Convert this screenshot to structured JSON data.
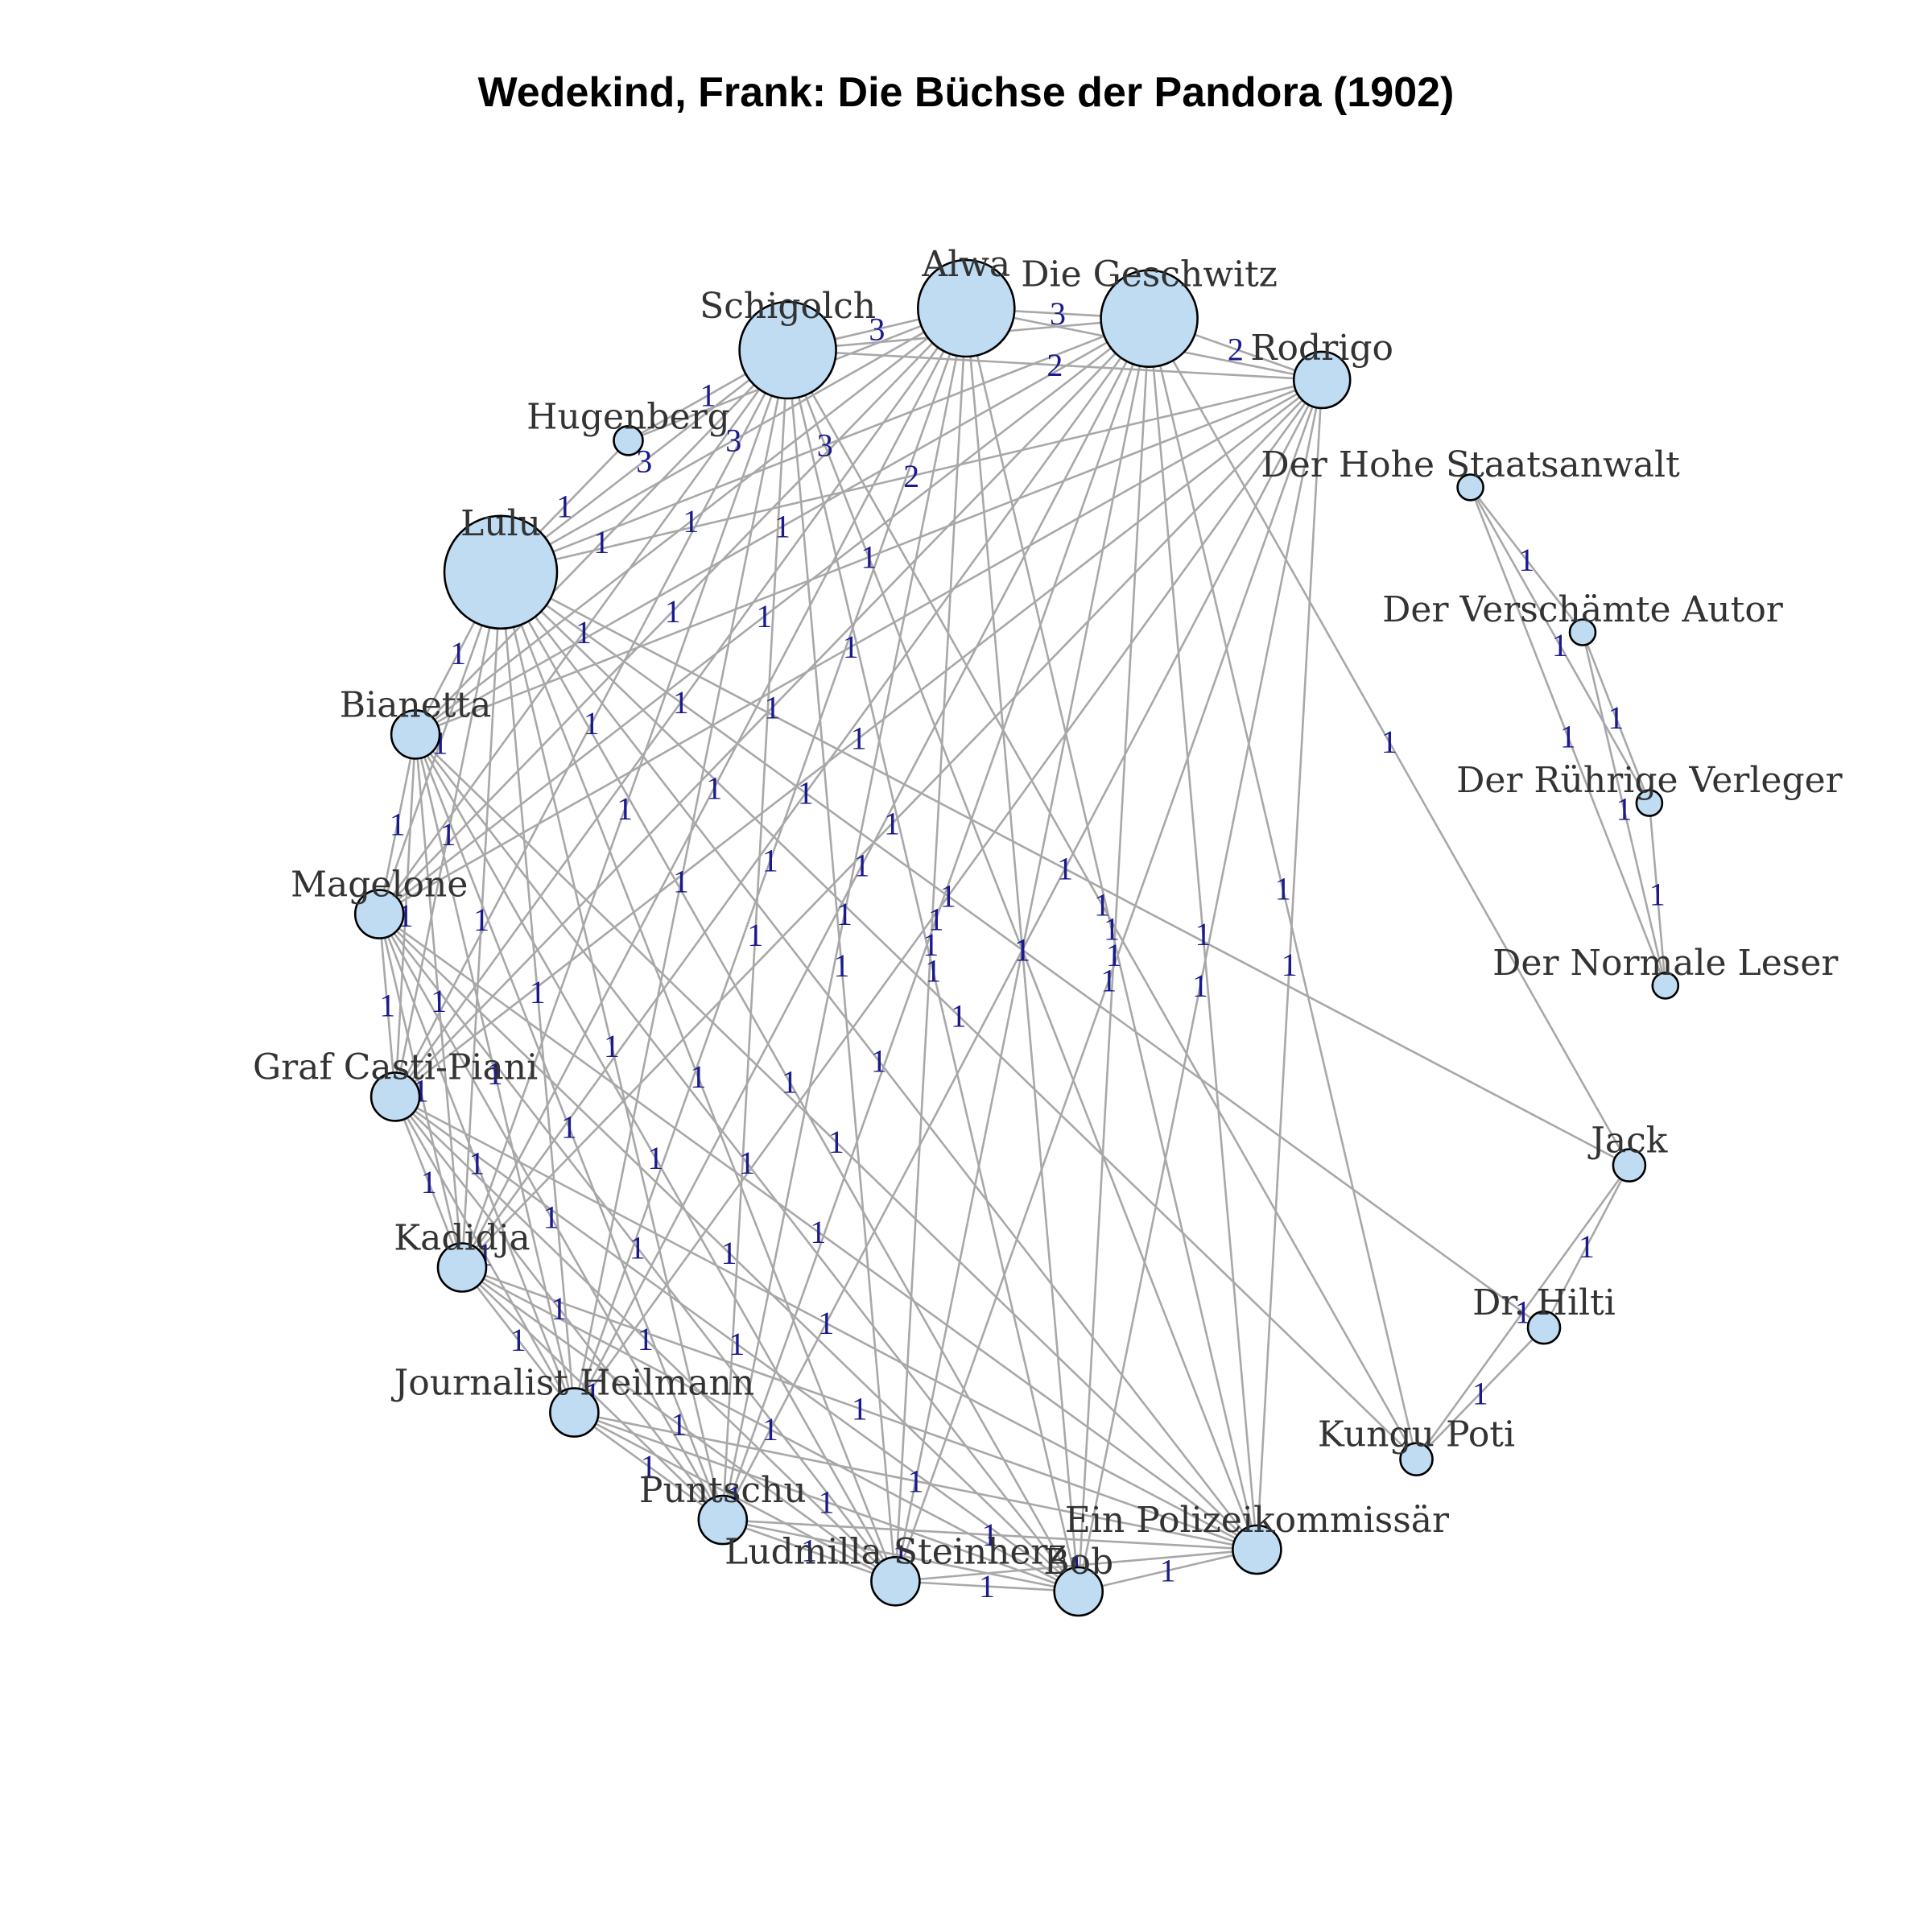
{
  "title": "Wedekind, Frank: Die Büchse der Pandora (1902)",
  "colors": {
    "node_fill": "#bfdcf2",
    "edge": "#a8a8a8",
    "edge_label": "#1a1a8c",
    "node_label": "#333333"
  },
  "nodes": [
    {
      "id": "Alwa",
      "label": "Alwa",
      "weight": 5
    },
    {
      "id": "Die Geschwitz",
      "label": "Die Geschwitz",
      "weight": 5
    },
    {
      "id": "Rodrigo",
      "label": "Rodrigo",
      "weight": 2.5
    },
    {
      "id": "Der Hohe Staatsanwalt",
      "label": "Der Hohe Staatsanwalt",
      "weight": 0.6
    },
    {
      "id": "Der Verschämte Autor",
      "label": "Der Verschämte Autor",
      "weight": 0.6
    },
    {
      "id": "Der Rührige Verleger",
      "label": "Der Rührige Verleger",
      "weight": 0.6
    },
    {
      "id": "Der Normale Leser",
      "label": "Der Normale Leser",
      "weight": 0.6
    },
    {
      "id": "Jack",
      "label": "Jack",
      "weight": 1
    },
    {
      "id": "Dr. Hilti",
      "label": "Dr. Hilti",
      "weight": 1
    },
    {
      "id": "Kungu Poti",
      "label": "Kungu Poti",
      "weight": 1
    },
    {
      "id": "Ein Polizeikommissär",
      "label": "Ein Polizeikommissär",
      "weight": 2
    },
    {
      "id": "Bob",
      "label": "Bob",
      "weight": 2
    },
    {
      "id": "Ludmilla Steinherz",
      "label": "Ludmilla Steinherz",
      "weight": 2
    },
    {
      "id": "Puntschu",
      "label": "Puntschu",
      "weight": 2
    },
    {
      "id": "Journalist Heilmann",
      "label": "Journalist Heilmann",
      "weight": 2
    },
    {
      "id": "Kadidja",
      "label": "Kadidja",
      "weight": 2
    },
    {
      "id": "Graf Casti-Piani",
      "label": "Graf Casti-Piani",
      "weight": 2
    },
    {
      "id": "Magelone",
      "label": "Magelone",
      "weight": 2
    },
    {
      "id": "Bianetta",
      "label": "Bianetta",
      "weight": 2
    },
    {
      "id": "Lulu",
      "label": "Lulu",
      "weight": 6
    },
    {
      "id": "Hugenberg",
      "label": "Hugenberg",
      "weight": 0.8
    },
    {
      "id": "Schigolch",
      "label": "Schigolch",
      "weight": 5
    }
  ],
  "edges": [
    [
      "Alwa",
      "Die Geschwitz",
      "3"
    ],
    [
      "Alwa",
      "Rodrigo",
      "2"
    ],
    [
      "Alwa",
      "Schigolch",
      "3"
    ],
    [
      "Alwa",
      "Lulu",
      "3"
    ],
    [
      "Alwa",
      "Hugenberg",
      "1"
    ],
    [
      "Alwa",
      "Bianetta",
      "1"
    ],
    [
      "Alwa",
      "Magelone",
      "1"
    ],
    [
      "Alwa",
      "Graf Casti-Piani",
      "1"
    ],
    [
      "Alwa",
      "Kadidja",
      "1"
    ],
    [
      "Alwa",
      "Journalist Heilmann",
      "1"
    ],
    [
      "Alwa",
      "Puntschu",
      "1"
    ],
    [
      "Alwa",
      "Ludmilla Steinherz",
      "1"
    ],
    [
      "Alwa",
      "Bob",
      "1"
    ],
    [
      "Alwa",
      "Ein Polizeikommissär",
      "1"
    ],
    [
      "Die Geschwitz",
      "Rodrigo",
      "2"
    ],
    [
      "Die Geschwitz",
      "Schigolch",
      "3"
    ],
    [
      "Die Geschwitz",
      "Lulu",
      "3"
    ],
    [
      "Die Geschwitz",
      "Bianetta",
      "1"
    ],
    [
      "Die Geschwitz",
      "Magelone",
      "1"
    ],
    [
      "Die Geschwitz",
      "Graf Casti-Piani",
      "1"
    ],
    [
      "Die Geschwitz",
      "Kadidja",
      "1"
    ],
    [
      "Die Geschwitz",
      "Journalist Heilmann",
      "1"
    ],
    [
      "Die Geschwitz",
      "Puntschu",
      "1"
    ],
    [
      "Die Geschwitz",
      "Ludmilla Steinherz",
      "1"
    ],
    [
      "Die Geschwitz",
      "Bob",
      "1"
    ],
    [
      "Die Geschwitz",
      "Ein Polizeikommissär",
      "1"
    ],
    [
      "Die Geschwitz",
      "Jack",
      "1"
    ],
    [
      "Die Geschwitz",
      "Kungu Poti",
      "1"
    ],
    [
      "Rodrigo",
      "Schigolch",
      "2"
    ],
    [
      "Rodrigo",
      "Lulu",
      "2"
    ],
    [
      "Rodrigo",
      "Bianetta",
      "1"
    ],
    [
      "Rodrigo",
      "Magelone",
      "1"
    ],
    [
      "Rodrigo",
      "Graf Casti-Piani",
      "1"
    ],
    [
      "Rodrigo",
      "Kadidja",
      "1"
    ],
    [
      "Rodrigo",
      "Journalist Heilmann",
      "1"
    ],
    [
      "Rodrigo",
      "Puntschu",
      "1"
    ],
    [
      "Rodrigo",
      "Ludmilla Steinherz",
      "1"
    ],
    [
      "Rodrigo",
      "Bob",
      "1"
    ],
    [
      "Rodrigo",
      "Ein Polizeikommissär",
      "1"
    ],
    [
      "Schigolch",
      "Lulu",
      "3"
    ],
    [
      "Schigolch",
      "Hugenberg",
      "1"
    ],
    [
      "Schigolch",
      "Bianetta",
      "1"
    ],
    [
      "Schigolch",
      "Magelone",
      "1"
    ],
    [
      "Schigolch",
      "Graf Casti-Piani",
      "1"
    ],
    [
      "Schigolch",
      "Kadidja",
      "1"
    ],
    [
      "Schigolch",
      "Journalist Heilmann",
      "1"
    ],
    [
      "Schigolch",
      "Puntschu",
      "1"
    ],
    [
      "Schigolch",
      "Ludmilla Steinherz",
      "1"
    ],
    [
      "Schigolch",
      "Bob",
      "1"
    ],
    [
      "Schigolch",
      "Ein Polizeikommissär",
      "1"
    ],
    [
      "Schigolch",
      "Kungu Poti",
      "1"
    ],
    [
      "Hugenberg",
      "Lulu",
      "1"
    ],
    [
      "Lulu",
      "Bianetta",
      "1"
    ],
    [
      "Lulu",
      "Magelone",
      "1"
    ],
    [
      "Lulu",
      "Graf Casti-Piani",
      "1"
    ],
    [
      "Lulu",
      "Kadidja",
      "1"
    ],
    [
      "Lulu",
      "Journalist Heilmann",
      "1"
    ],
    [
      "Lulu",
      "Puntschu",
      "1"
    ],
    [
      "Lulu",
      "Ludmilla Steinherz",
      "1"
    ],
    [
      "Lulu",
      "Bob",
      "1"
    ],
    [
      "Lulu",
      "Ein Polizeikommissär",
      "1"
    ],
    [
      "Lulu",
      "Jack",
      "1"
    ],
    [
      "Lulu",
      "Dr. Hilti",
      "1"
    ],
    [
      "Lulu",
      "Kungu Poti",
      "1"
    ],
    [
      "Bianetta",
      "Magelone",
      "1"
    ],
    [
      "Bianetta",
      "Graf Casti-Piani",
      "1"
    ],
    [
      "Bianetta",
      "Kadidja",
      "1"
    ],
    [
      "Bianetta",
      "Journalist Heilmann",
      "1"
    ],
    [
      "Bianetta",
      "Puntschu",
      "1"
    ],
    [
      "Bianetta",
      "Ludmilla Steinherz",
      "1"
    ],
    [
      "Bianetta",
      "Bob",
      "1"
    ],
    [
      "Bianetta",
      "Ein Polizeikommissär",
      "1"
    ],
    [
      "Magelone",
      "Graf Casti-Piani",
      "1"
    ],
    [
      "Magelone",
      "Kadidja",
      "1"
    ],
    [
      "Magelone",
      "Journalist Heilmann",
      "1"
    ],
    [
      "Magelone",
      "Puntschu",
      "1"
    ],
    [
      "Magelone",
      "Ludmilla Steinherz",
      "1"
    ],
    [
      "Magelone",
      "Bob",
      "1"
    ],
    [
      "Magelone",
      "Ein Polizeikommissär",
      "1"
    ],
    [
      "Graf Casti-Piani",
      "Kadidja",
      "1"
    ],
    [
      "Graf Casti-Piani",
      "Journalist Heilmann",
      "1"
    ],
    [
      "Graf Casti-Piani",
      "Puntschu",
      "1"
    ],
    [
      "Graf Casti-Piani",
      "Ludmilla Steinherz",
      "1"
    ],
    [
      "Graf Casti-Piani",
      "Bob",
      "1"
    ],
    [
      "Graf Casti-Piani",
      "Ein Polizeikommissär",
      "1"
    ],
    [
      "Kadidja",
      "Journalist Heilmann",
      "1"
    ],
    [
      "Kadidja",
      "Puntschu",
      "1"
    ],
    [
      "Kadidja",
      "Ludmilla Steinherz",
      "1"
    ],
    [
      "Kadidja",
      "Bob",
      "1"
    ],
    [
      "Kadidja",
      "Ein Polizeikommissär",
      "1"
    ],
    [
      "Journalist Heilmann",
      "Puntschu",
      "1"
    ],
    [
      "Journalist Heilmann",
      "Ludmilla Steinherz",
      "1"
    ],
    [
      "Journalist Heilmann",
      "Bob",
      "1"
    ],
    [
      "Journalist Heilmann",
      "Ein Polizeikommissär",
      "1"
    ],
    [
      "Puntschu",
      "Ludmilla Steinherz",
      "1"
    ],
    [
      "Puntschu",
      "Bob",
      "1"
    ],
    [
      "Puntschu",
      "Ein Polizeikommissär",
      "1"
    ],
    [
      "Ludmilla Steinherz",
      "Bob",
      "1"
    ],
    [
      "Ludmilla Steinherz",
      "Ein Polizeikommissär",
      "1"
    ],
    [
      "Bob",
      "Ein Polizeikommissär",
      "1"
    ],
    [
      "Jack",
      "Dr. Hilti",
      "1"
    ],
    [
      "Jack",
      "Kungu Poti",
      "1"
    ],
    [
      "Dr. Hilti",
      "Kungu Poti",
      "1"
    ],
    [
      "Der Hohe Staatsanwalt",
      "Der Verschämte Autor",
      "1"
    ],
    [
      "Der Hohe Staatsanwalt",
      "Der Rührige Verleger",
      "1"
    ],
    [
      "Der Hohe Staatsanwalt",
      "Der Normale Leser",
      "1"
    ],
    [
      "Der Verschämte Autor",
      "Der Rührige Verleger",
      "1"
    ],
    [
      "Der Verschämte Autor",
      "Der Normale Leser",
      "1"
    ],
    [
      "Der Rührige Verleger",
      "Der Normale Leser",
      "1"
    ]
  ]
}
